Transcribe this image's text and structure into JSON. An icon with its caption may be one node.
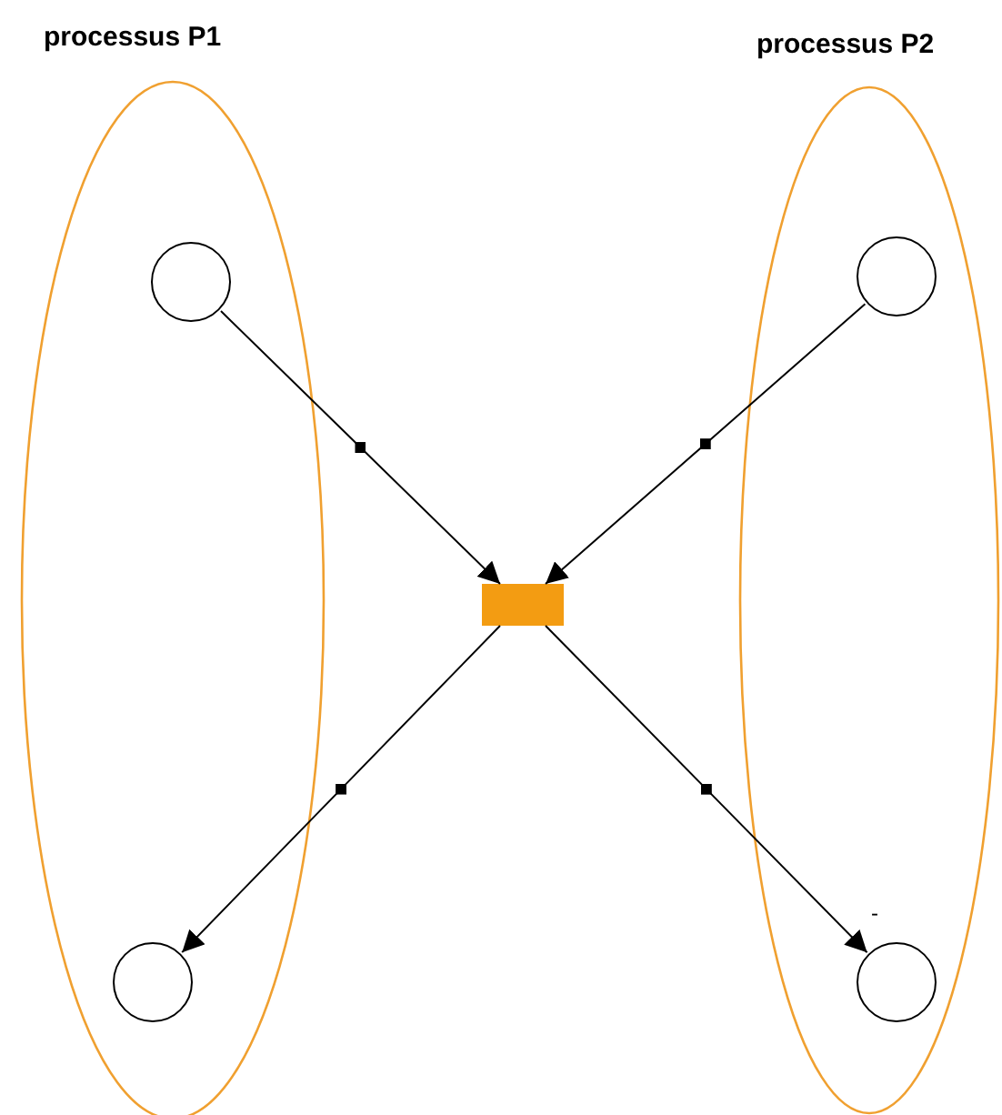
{
  "diagram": {
    "nodes": [
      {
        "text": [
          "processus P1"
        ]
      },
      {
        "text": [
          "processus P2"
        ]
      },
      {
        "text": [],
        "shape": "circle",
        "in": 0
      },
      {
        "text": [],
        "shape": "circle",
        "in": 1
      },
      {
        "text": [],
        "shape": "bar"
      },
      {
        "text": [],
        "shape": "circle",
        "in": 0
      },
      {
        "text": [],
        "shape": "circle",
        "in": 1
      }
    ],
    "edges": [
      {
        "from": 2,
        "to": 4,
        "arrow": "to"
      },
      {
        "from": 3,
        "to": 4,
        "arrow": "to"
      },
      {
        "from": 4,
        "to": 5,
        "arrow": "to"
      },
      {
        "from": 4,
        "to": 6,
        "arrow": "to"
      }
    ],
    "labels": [
      "-"
    ]
  }
}
